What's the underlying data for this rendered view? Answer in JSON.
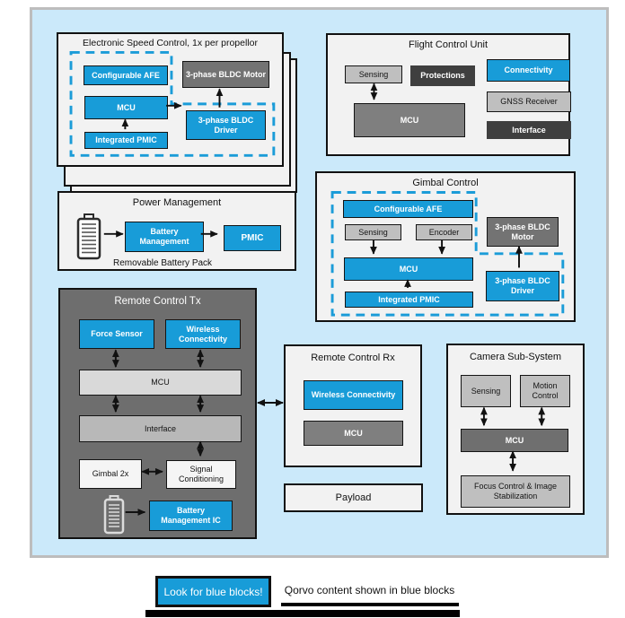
{
  "colors": {
    "qorvo_blue": "#189cd8",
    "panel_background": "#cbe9fa",
    "dark_block": "#3f3f3f",
    "medium_gray_block": "#7f7f7f",
    "light_gray_block": "#bfbfbf",
    "tx_panel_gray": "#6e6e6e"
  },
  "sections": {
    "esc": {
      "title": "Electronic Speed Control, 1x per propellor",
      "blocks": {
        "afe": "Configurable AFE",
        "mcu": "MCU",
        "pmic": "Integrated PMIC",
        "motor": "3-phase BLDC Motor",
        "driver": "3-phase BLDC Driver"
      }
    },
    "fcu": {
      "title": "Flight Control Unit",
      "blocks": {
        "sensing": "Sensing",
        "protections": "Protections",
        "connectivity": "Connectivity",
        "gnss": "GNSS Receiver",
        "interface": "Interface",
        "mcu": "MCU"
      }
    },
    "gimbal": {
      "title": "Gimbal Control",
      "blocks": {
        "afe": "Configurable AFE",
        "sensing": "Sensing",
        "encoder": "Encoder",
        "mcu": "MCU",
        "pmic": "Integrated PMIC",
        "motor": "3-phase BLDC Motor",
        "driver": "3-phase BLDC Driver"
      }
    },
    "power": {
      "title": "Power Management",
      "caption": "Removable Battery Pack",
      "blocks": {
        "battery_management": "Battery Management",
        "pmic": "PMIC"
      }
    },
    "tx": {
      "title": "Remote Control Tx",
      "blocks": {
        "force_sensor": "Force Sensor",
        "wireless": "Wireless Connectivity",
        "mcu": "MCU",
        "interface": "Interface",
        "gimbal2x": "Gimbal 2x",
        "signal": "Signal Conditioning",
        "bmic": "Battery Management IC"
      }
    },
    "rx": {
      "title": "Remote Control Rx",
      "blocks": {
        "wireless": "Wireless Connectivity",
        "mcu": "MCU"
      }
    },
    "payload": {
      "title": "Payload"
    },
    "camera": {
      "title": "Camera Sub-System",
      "blocks": {
        "sensing": "Sensing",
        "motion": "Motion Control",
        "mcu": "MCU",
        "focus": "Focus Control & Image Stabilization"
      }
    }
  },
  "legend": {
    "button_label": "Look for blue blocks!",
    "caption": "Qorvo content shown in blue blocks"
  }
}
